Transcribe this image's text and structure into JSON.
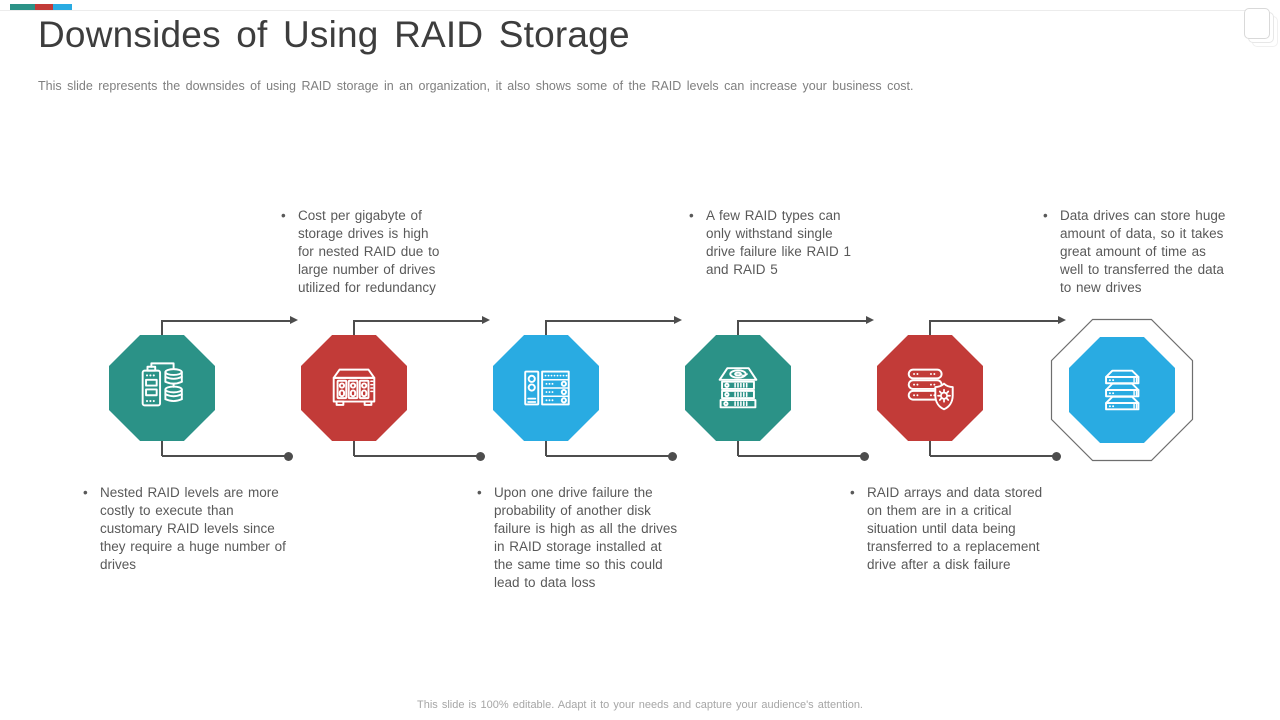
{
  "slide": {
    "title": "Downsides of Using RAID Storage",
    "subtitle": "This slide represents the downsides of using RAID storage in an organization, it also shows some of the RAID levels can increase your business cost.",
    "footer": "This slide is 100% editable. Adapt it to your needs and capture your audience's attention."
  },
  "colors": {
    "teal": "#2B9287",
    "red": "#C23B38",
    "blue": "#29ABE2",
    "connector": "#4D4D4D",
    "title_text": "#3D3D3D",
    "body_text": "#595959",
    "subtitle_text": "#7F7F7F",
    "footer_text": "#A6A6A6"
  },
  "top_notes": [
    {
      "text": "Cost per gigabyte of storage drives is high for nested RAID due to large number of drives utilized for redundancy"
    },
    {
      "text": "A few RAID types can only withstand single drive failure like RAID 1 and RAID 5"
    },
    {
      "text": "Data drives can store huge amount of data, so it takes great amount of time as well to transferred the data to new drives"
    }
  ],
  "bottom_notes": [
    {
      "text": "Nested RAID levels are more costly to execute than customary RAID levels since they require a huge number of drives"
    },
    {
      "text": "Upon one drive failure the probability of another disk failure is high as all the drives in RAID storage installed at the same time so this could lead to data loss"
    },
    {
      "text": "RAID arrays and data stored on them are in a critical situation until data being transferred to a replacement drive after a disk failure"
    }
  ],
  "steps": [
    {
      "icon": "drive-database-transfer",
      "color": "teal"
    },
    {
      "icon": "nas-storage",
      "color": "red"
    },
    {
      "icon": "server-rack",
      "color": "blue"
    },
    {
      "icon": "disk-stack-disc",
      "color": "teal"
    },
    {
      "icon": "server-shield",
      "color": "red"
    },
    {
      "icon": "storage-stack",
      "color": "blue",
      "outlined": true
    }
  ]
}
